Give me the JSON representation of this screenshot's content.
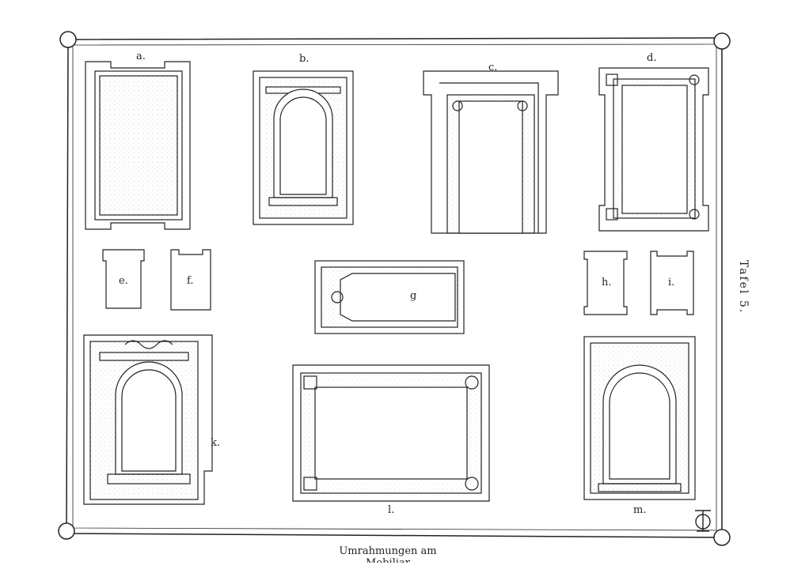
{
  "plate": {
    "caption": "Umrahmungen am Mobiliar",
    "plate_number": "Tafel 5.",
    "figure_labels": {
      "a": "a.",
      "b": "b.",
      "c": "c.",
      "d": "d.",
      "e": "e.",
      "f": "f.",
      "g": "g",
      "h": "h.",
      "i": "i.",
      "k": "k.",
      "l": "l.",
      "m": "m."
    }
  }
}
